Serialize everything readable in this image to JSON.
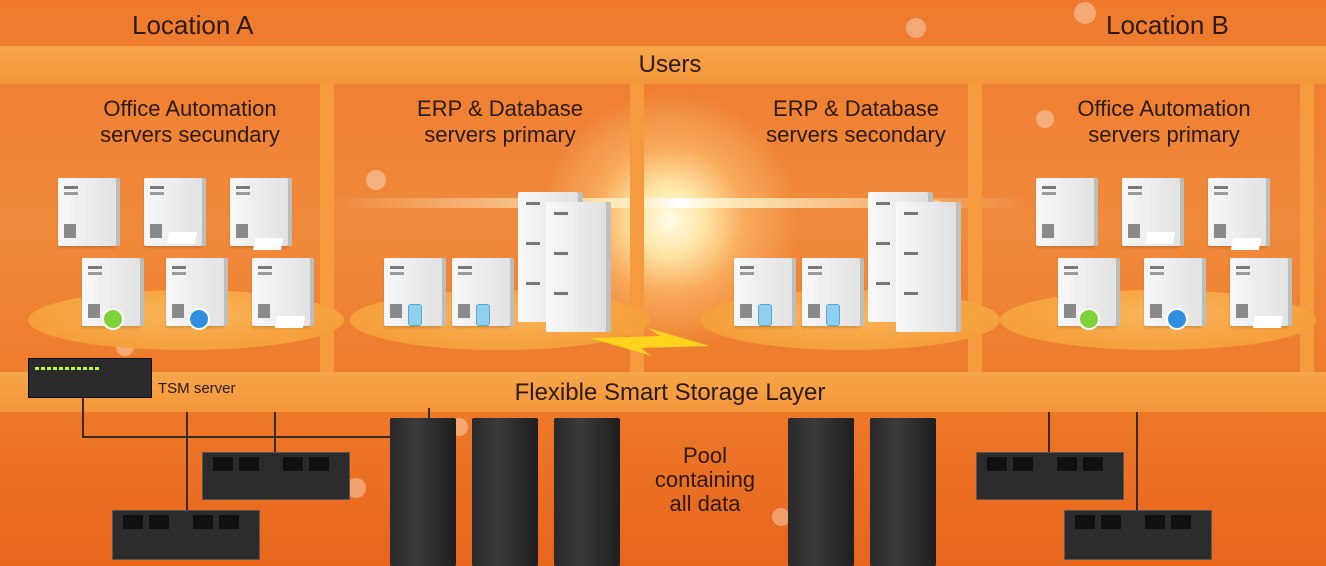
{
  "locations": {
    "a": "Location A",
    "b": "Location B"
  },
  "users_label": "Users",
  "zones": [
    {
      "line1": "Office Automation",
      "line2": "servers secundary"
    },
    {
      "line1": "ERP & Database",
      "line2": "servers primary"
    },
    {
      "line1": "ERP & Database",
      "line2": "servers secondary"
    },
    {
      "line1": "Office Automation",
      "line2": "servers primary"
    }
  ],
  "tsm_label": "TSM server",
  "storage_layer_label": "Flexible Smart Storage Layer",
  "pool": {
    "line1": "Pool",
    "line2": "containing",
    "line3": "all data"
  },
  "colors": {
    "background": "#ef7a2c",
    "band": "#f6a044",
    "storage": "#2a2a2a",
    "disk_green": "#7ed23a",
    "disk_blue": "#2f8fe0"
  }
}
